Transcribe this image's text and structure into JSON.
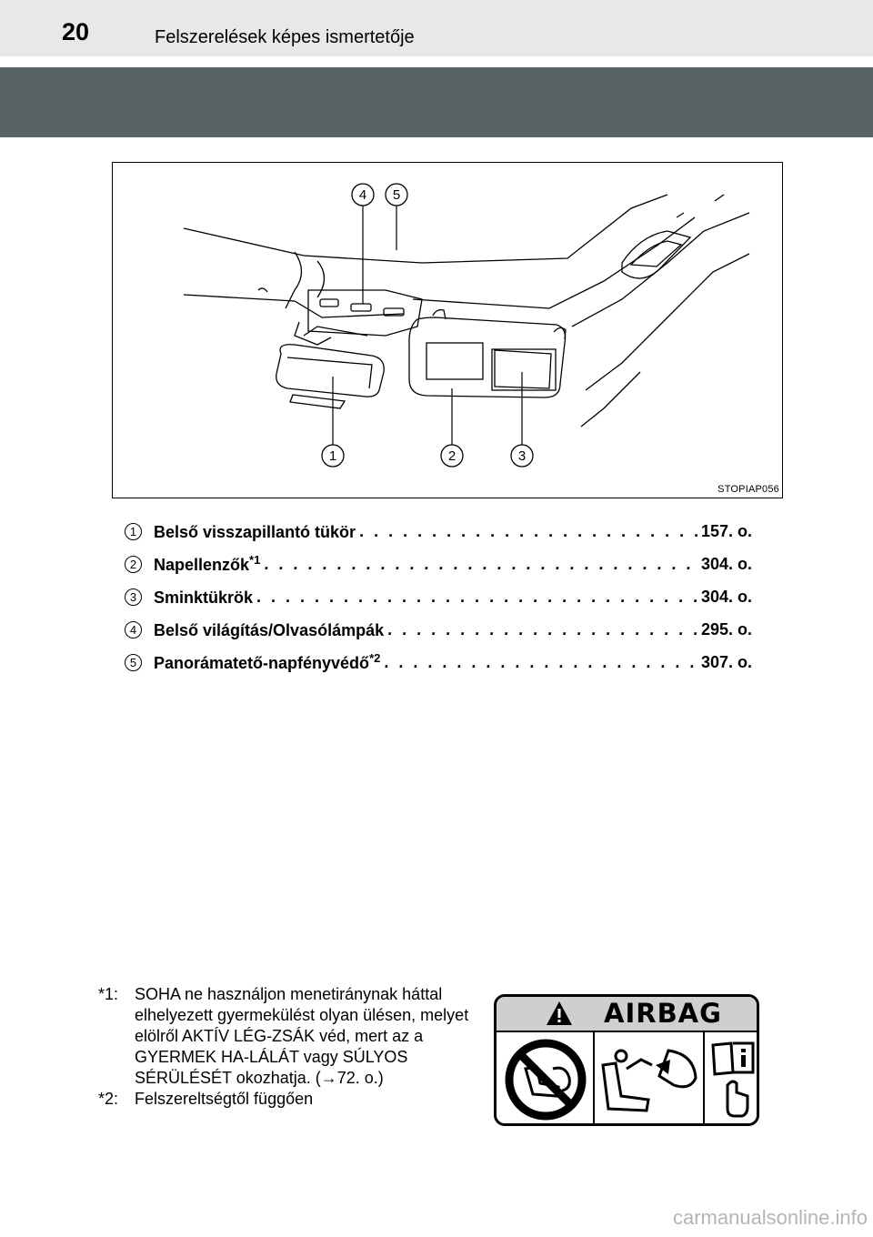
{
  "header": {
    "page_number": "20",
    "title": "Felszerelések képes ismertetője"
  },
  "figure": {
    "code": "STOPIAP056",
    "callouts": [
      "1",
      "2",
      "3",
      "4",
      "5"
    ]
  },
  "items": [
    {
      "num": "1",
      "label": "Belső visszapillantó tükör",
      "sup": "",
      "page": "157. o."
    },
    {
      "num": "2",
      "label": "Napellenzők",
      "sup": "*1",
      "page": "304. o."
    },
    {
      "num": "3",
      "label": "Sminktükrök",
      "sup": "",
      "page": "304. o."
    },
    {
      "num": "4",
      "label": "Belső világítás/Olvasólámpák",
      "sup": "",
      "page": "295. o."
    },
    {
      "num": "5",
      "label": "Panorámatető-napfényvédő",
      "sup": "*2",
      "page": "307. o."
    }
  ],
  "notes": [
    {
      "key": "*1",
      "text": "SOHA ne használjon menetiránynak háttal elhelyezett gyermekülést olyan ülésen, melyet elölről AKTÍV LÉG-ZSÁK véd, mert az a GYERMEK HA-LÁLÁT vagy SÚLYOS SÉRÜLÉSÉT okozhatja. (→72. o.)"
    },
    {
      "key": "*2",
      "text": "Felszereltségtől függően"
    }
  ],
  "airbag_label": {
    "title": "AIRBAG"
  },
  "watermark": "carmanualsonline.info"
}
